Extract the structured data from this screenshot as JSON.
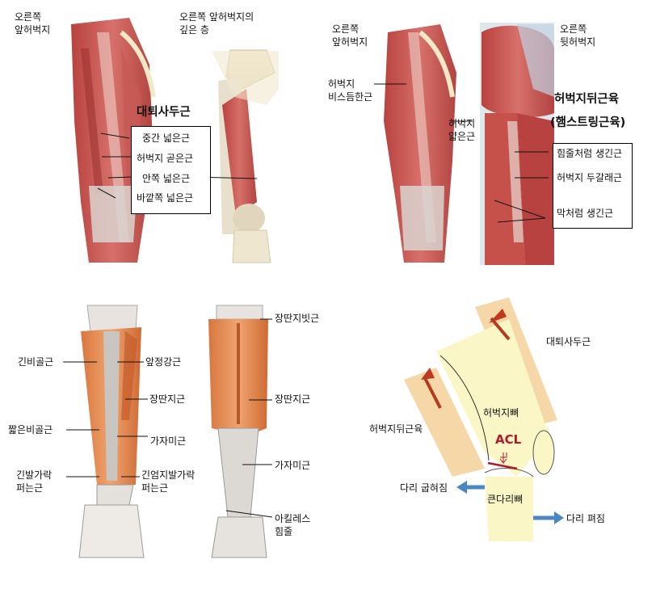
{
  "panel_a": {
    "right_anterior_thigh": [
      "오른쪽",
      "앞허벅지"
    ],
    "deep_layer": [
      "오른쪽 앞허벅지의",
      "깊은 층"
    ],
    "quadriceps_title": "대퇴사두근",
    "muscles": [
      "중간 넓은근",
      "허벅지 곧은근",
      "안쪽 넓은근",
      "바깥쪽 넓은근"
    ]
  },
  "panel_b": {
    "right_anterior_thigh": [
      "오른쪽",
      "앞허벅지"
    ],
    "right_posterior_thigh": [
      "오른쪽",
      "뒷허벅지"
    ],
    "sartorius": [
      "허벅지",
      "비스듬한근"
    ],
    "gracilis": [
      "허벅지",
      "얇은근"
    ],
    "hamstrings_title": "허벅지뒤근육",
    "hamstrings_subtitle": "(햄스트링근육)",
    "muscles": [
      "힘줄처럼 생긴근",
      "허벅지 두갈래근",
      "막처럼 생긴근"
    ]
  },
  "panel_c": {
    "left": [
      "긴비골근",
      "짧은비골근",
      [
        "긴발가락",
        "퍼는근"
      ]
    ],
    "center": [
      "앞정강근",
      "장딴지근",
      "가자미근",
      [
        "긴엄지발가락",
        "퍼는근"
      ]
    ],
    "right": [
      "장딴지빗근",
      "장딴지근",
      "가자미근",
      [
        "아킬레스",
        "힘줄"
      ]
    ]
  },
  "panel_d": {
    "quadriceps": "대퇴사두근",
    "hamstrings": "허벅지뒤근육",
    "femur": "허벅지뼈",
    "acl": "ACL",
    "flexion": "다리 굽혀짐",
    "tibia": "큰다리뼈",
    "extension": "다리 펴짐"
  },
  "colors": {
    "muscle_red": "#c1514c",
    "muscle_orange": "#e8945c",
    "bone_yellow": "#fbf6c6",
    "muscle_peach": "#f6d7a8",
    "arrow_red": "#b53a1f",
    "arrow_blue": "#4a86c2",
    "acl_red": "#b3182a"
  }
}
